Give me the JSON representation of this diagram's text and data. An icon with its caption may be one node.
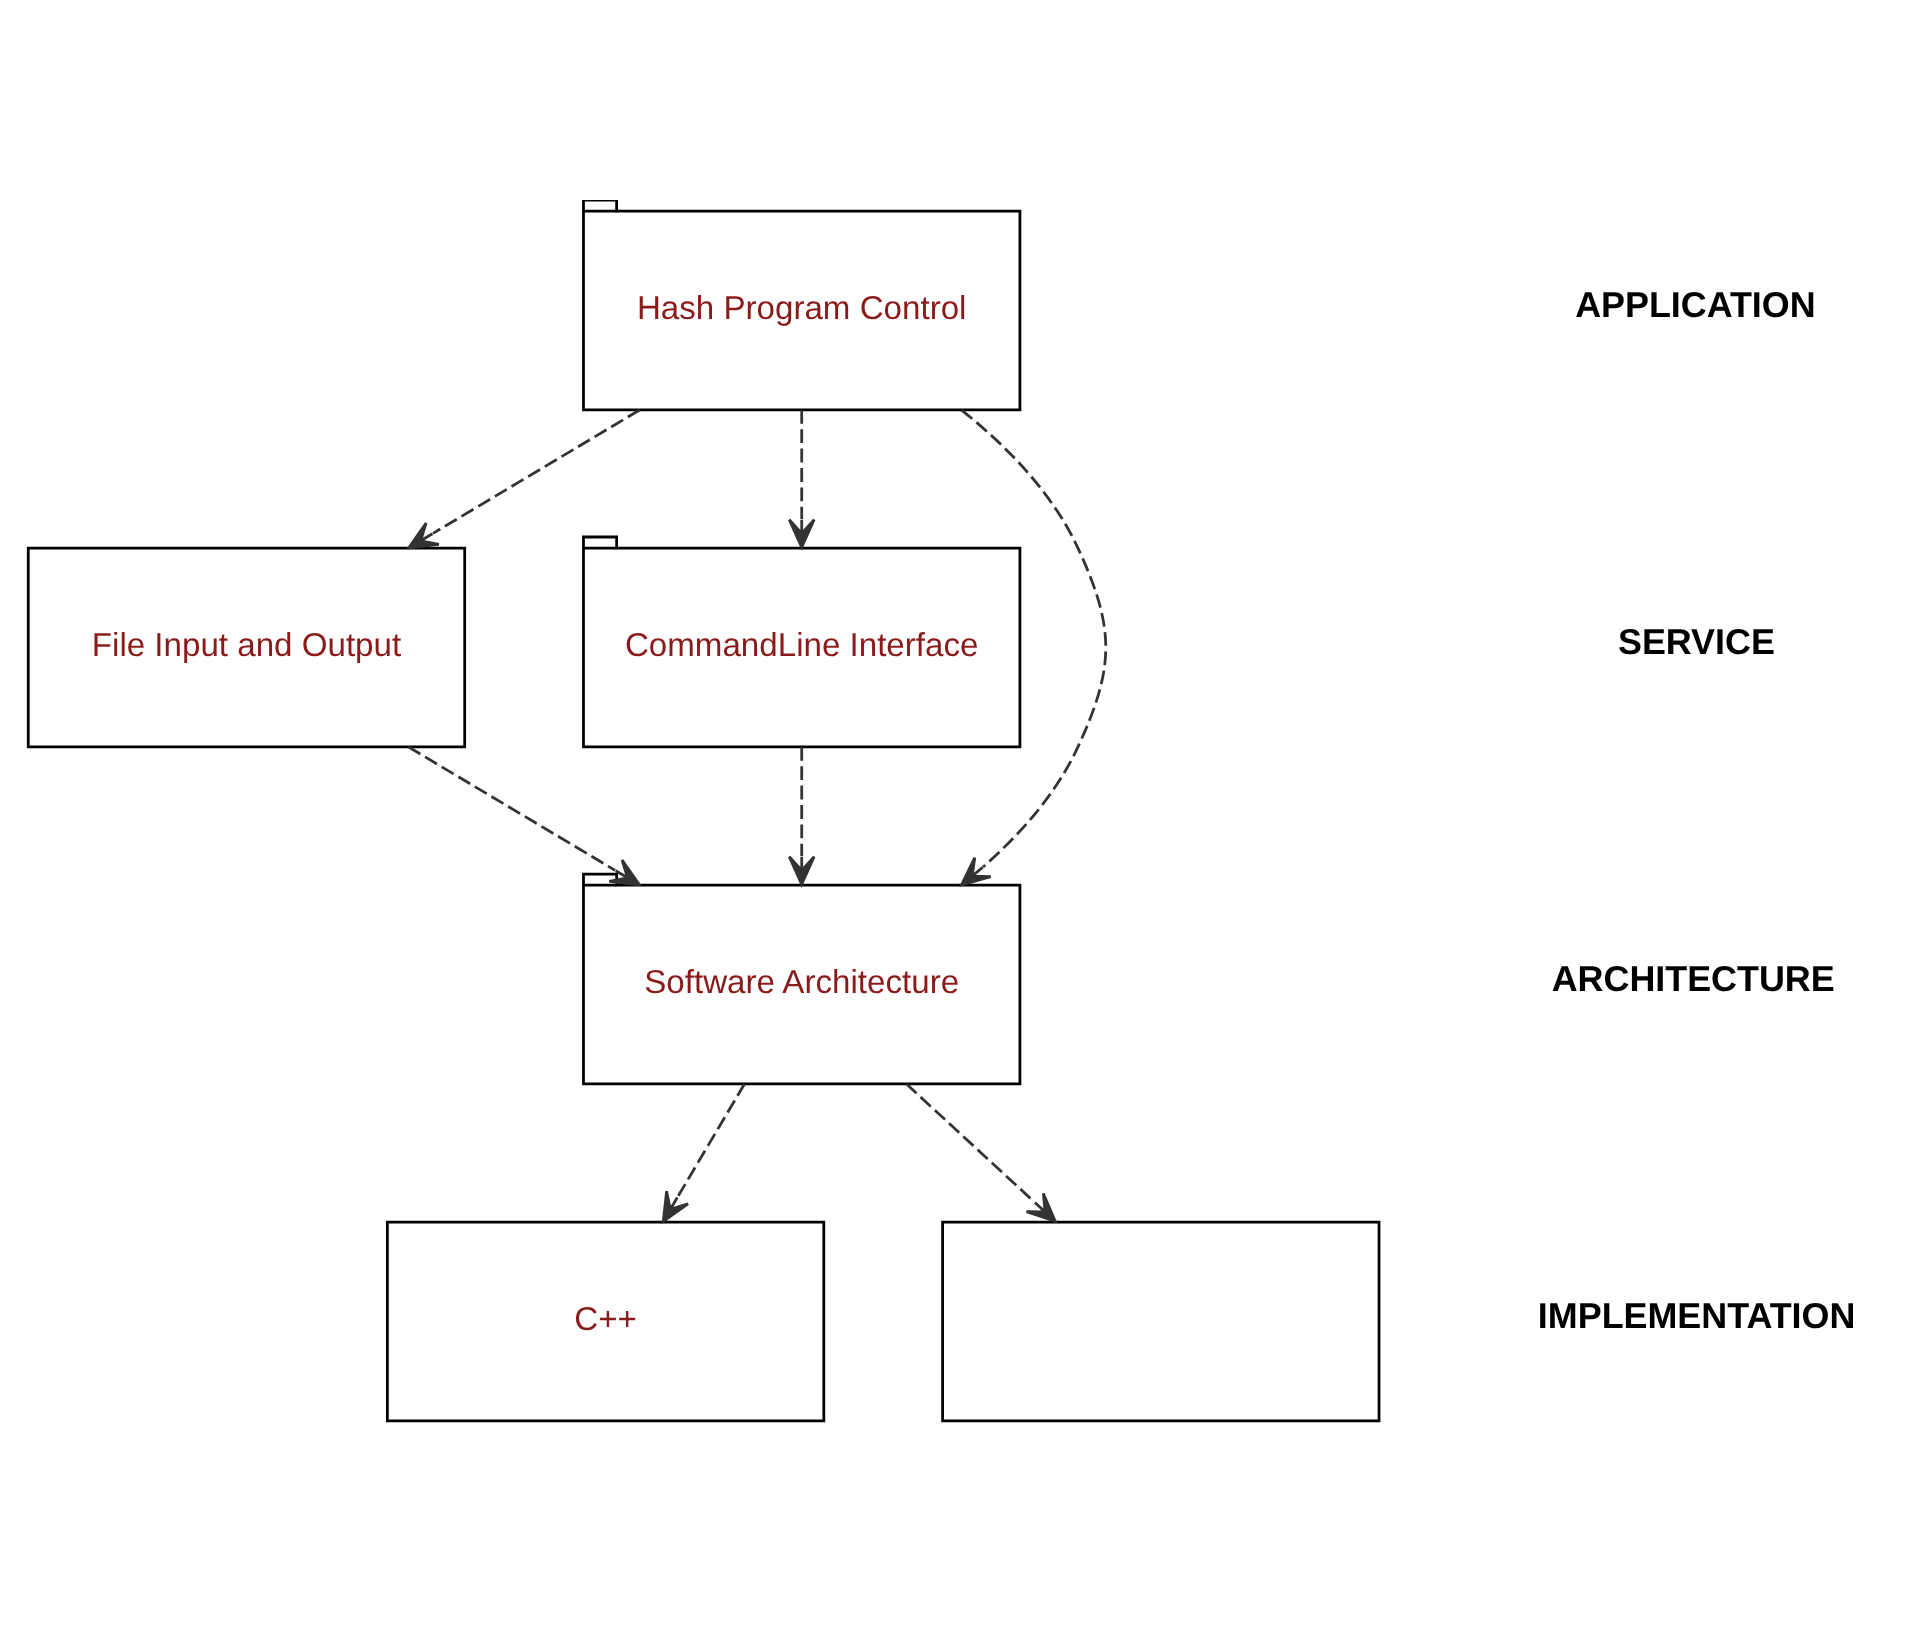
{
  "diagram": {
    "nodes": [
      {
        "text": [
          "Hash Program Control"
        ]
      },
      {
        "text": [
          "File Input and Output"
        ]
      },
      {
        "text": [
          "CommandLine Interface"
        ]
      },
      {
        "text": [
          "Software Architecture"
        ]
      },
      {
        "text": [
          "C++"
        ]
      },
      {
        "text": [],
        "shape": "box"
      }
    ],
    "edges": [
      {
        "from": 0,
        "to": 1,
        "arrow": "to",
        "style": "dashed"
      },
      {
        "from": 0,
        "to": 3,
        "arrow": "to",
        "style": "dashed"
      },
      {
        "from": 0,
        "to": 2,
        "arrow": "to",
        "style": "dashed"
      },
      {
        "from": 1,
        "to": 3,
        "arrow": "to",
        "style": "dashed"
      },
      {
        "from": 2,
        "to": 3,
        "arrow": "to",
        "style": "dashed"
      },
      {
        "from": 3,
        "to": 4,
        "arrow": "to",
        "style": "dashed"
      },
      {
        "from": 3,
        "to": 5,
        "arrow": "to",
        "style": "dashed"
      }
    ],
    "labels": [
      "APPLICATION",
      "SERVICE",
      "ARCHITECTURE",
      "IMPLEMENTATION"
    ]
  }
}
